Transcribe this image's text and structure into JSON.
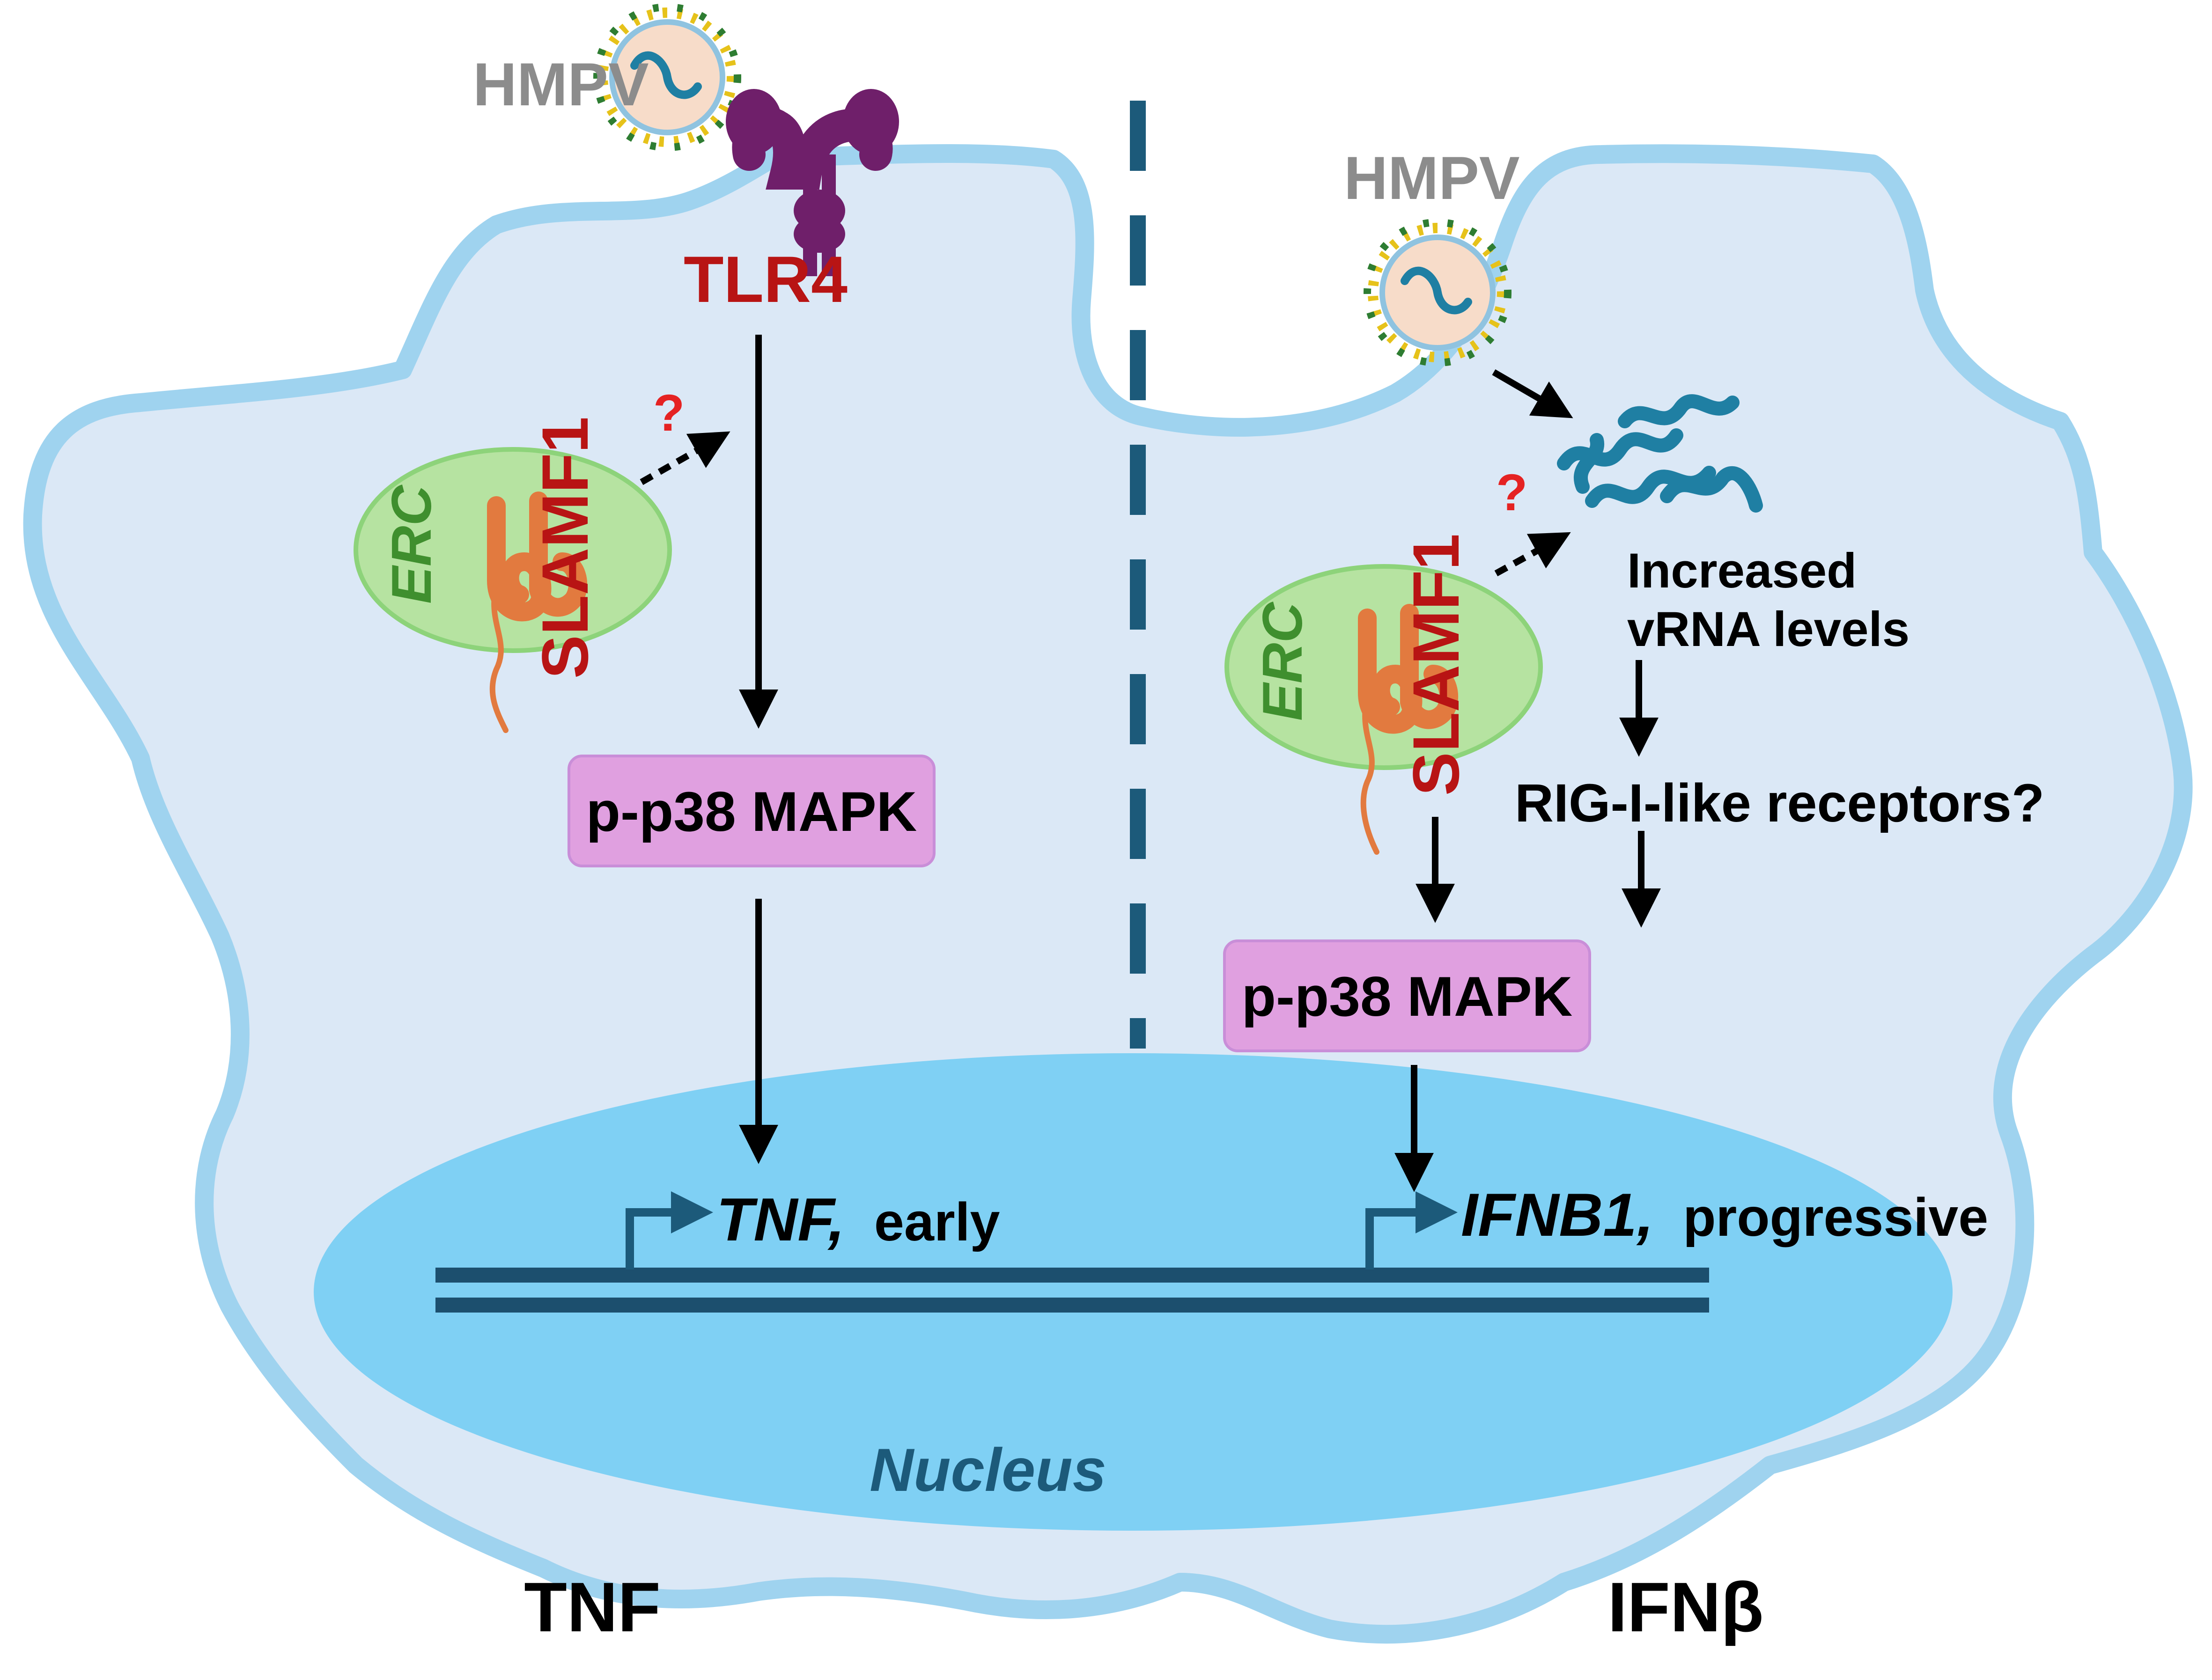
{
  "left_panel": {
    "virus_label": "HMPV",
    "receptor_label": "TLR4",
    "question_mark": "?",
    "compartment_label": "ERC",
    "protein_label": "SLAMF1",
    "kinase_label": "p-p38 MAPK",
    "gene_name": "TNF,",
    "gene_kinetics": "early",
    "panel_title": "TNF"
  },
  "right_panel": {
    "virus_label": "HMPV",
    "question_mark": "?",
    "compartment_label": "ERC",
    "protein_label": "SLAMF1",
    "vrna_line1": "Increased",
    "vrna_line2": "vRNA levels",
    "sensor_label": "RIG-I-like receptors?",
    "kinase_label": "p-p38 MAPK",
    "gene_name": "IFNB1,",
    "gene_kinetics": "progressive",
    "panel_title": "IFNβ"
  },
  "nucleus_label": "Nucleus",
  "colors": {
    "cytoplasm": "#dbe8f6",
    "membrane": "#9fd3ef",
    "nucleus": "#7fd0f4",
    "dna": "#1c4f6e",
    "divider": "#1c5a7a",
    "receptor": "#6f1f6a",
    "erc_fill": "#b6e3a1",
    "erc_label": "#3f8f2e",
    "slamf1": "#e27a3f",
    "red_label": "#b81414",
    "kinase_box": "#e0a0e0",
    "virus_label": "#8c8c8c",
    "question": "#e52222",
    "rna": "#1f7fa3"
  }
}
